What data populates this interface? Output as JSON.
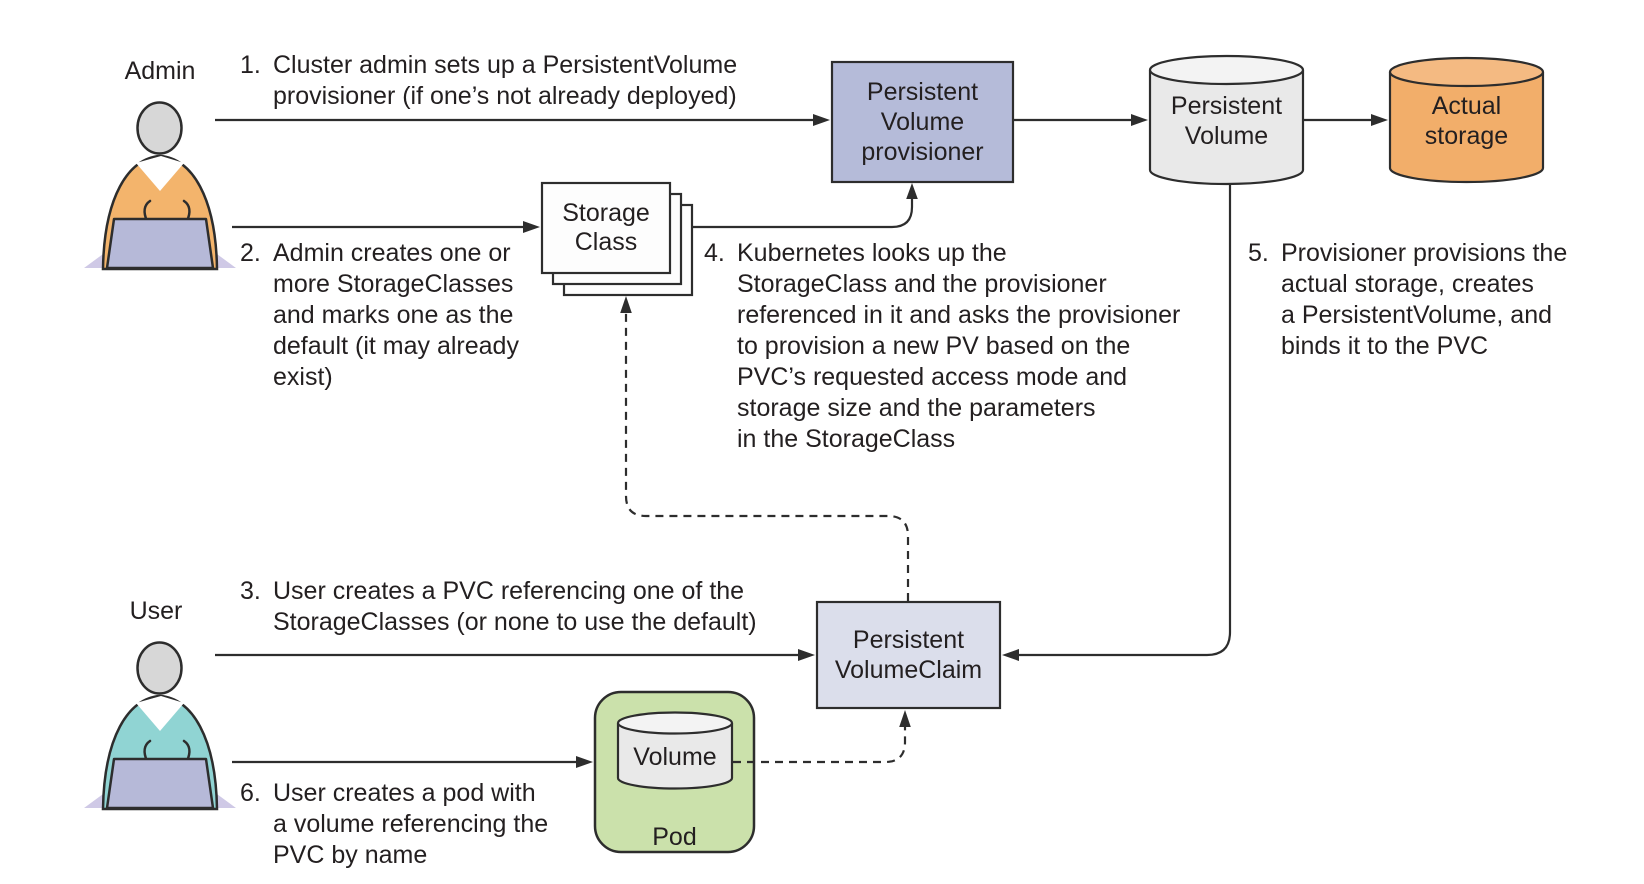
{
  "figure": {
    "actors": {
      "admin": {
        "label": "Admin"
      },
      "user": {
        "label": "User"
      }
    },
    "nodes": {
      "provisioner": {
        "label": "Persistent\nVolume\nprovisioner"
      },
      "persistent_volume": {
        "label": "Persistent\nVolume"
      },
      "actual_storage": {
        "label": "Actual\nstorage"
      },
      "storage_class": {
        "label": "Storage\nClass"
      },
      "pvc": {
        "label": "Persistent\nVolumeClaim"
      },
      "volume": {
        "label": "Volume"
      },
      "pod": {
        "label": "Pod"
      }
    },
    "steps": [
      {
        "num": "1.",
        "text": "Cluster admin sets up a PersistentVolume\nprovisioner (if one’s not already deployed)"
      },
      {
        "num": "2.",
        "text": "Admin creates one or\nmore StorageClasses\nand marks one as the\ndefault (it may already\nexist)"
      },
      {
        "num": "3.",
        "text": "User creates a PVC referencing one of the\nStorageClasses (or none to use the default)"
      },
      {
        "num": "4.",
        "text": "Kubernetes looks up the\nStorageClass and the provisioner\nreferenced in it and asks the provisioner\nto provision a new PV based on the\nPVC’s requested access mode and\nstorage size and the parameters\nin the StorageClass"
      },
      {
        "num": "5.",
        "text": "Provisioner provisions the\nactual storage, creates\na PersistentVolume, and\nbinds it to the PVC"
      },
      {
        "num": "6.",
        "text": "User creates a pod with\na volume referencing the\nPVC by name"
      }
    ],
    "colors": {
      "line": "#2d2d2d",
      "text": "#231f20",
      "provisioner_fill": "#b5bbd9",
      "pvc_fill": "#dbdeeb",
      "storage_class_fill": "#fdfdfd",
      "pod_fill": "#cbe1ab",
      "gray_cylinder_fill": "#e9e9e9",
      "gray_cylinder_top": "#f3f3f3",
      "orange_fill": "#f2ae6a",
      "orange_top": "#f4ba82",
      "head_fill": "#d7d7d7",
      "admin_sweater": "#f3b46c",
      "user_sweater": "#90d4d3",
      "laptop_fill": "#b6b9d8",
      "laptop_shadow": "#cfc9e6",
      "collar": "#ffffff"
    }
  }
}
